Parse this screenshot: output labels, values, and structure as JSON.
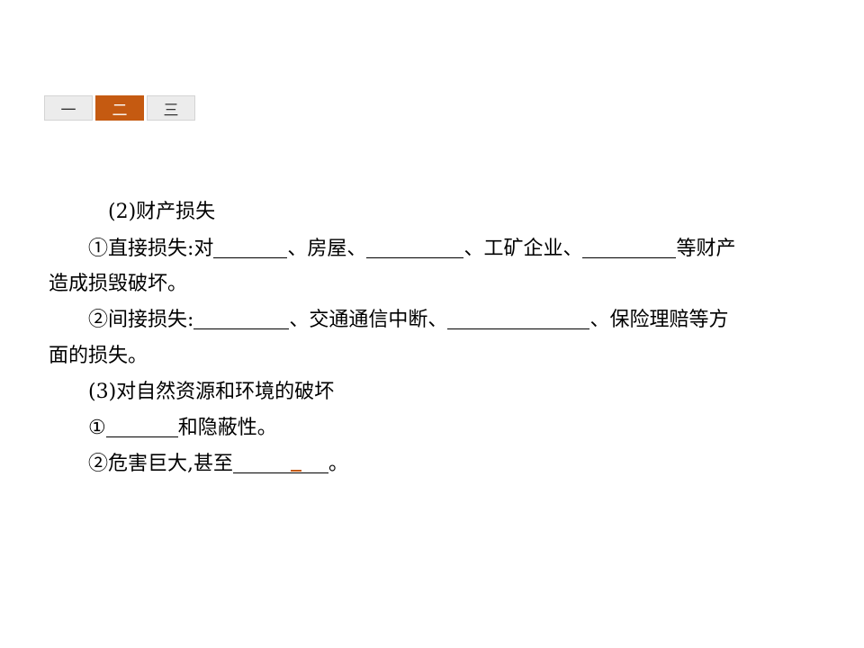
{
  "tabs": [
    {
      "label": "一",
      "active": false
    },
    {
      "label": "二",
      "active": true
    },
    {
      "label": "三",
      "active": false
    }
  ],
  "content": {
    "heading_property": "(2)财产损失",
    "direct_prefix": "①直接损失:对",
    "direct_sep1": "、房屋、",
    "direct_sep2": "、工矿企业、",
    "direct_suffix": "等财产",
    "direct_cont": "造成损毁破坏。",
    "indirect_prefix": "②间接损失:",
    "indirect_sep1": "、交通通信中断、",
    "indirect_suffix": "、保险理赔等方",
    "indirect_cont": "面的损失。",
    "heading_env": "(3)对自然资源和环境的破坏",
    "env1_prefix": "①",
    "env1_suffix": "和隐蔽性。",
    "env2_prefix": "②危害巨大,甚至",
    "env2_suffix": "。"
  },
  "colors": {
    "accent": "#c55a11",
    "tab_inactive_bg": "#ececec"
  }
}
